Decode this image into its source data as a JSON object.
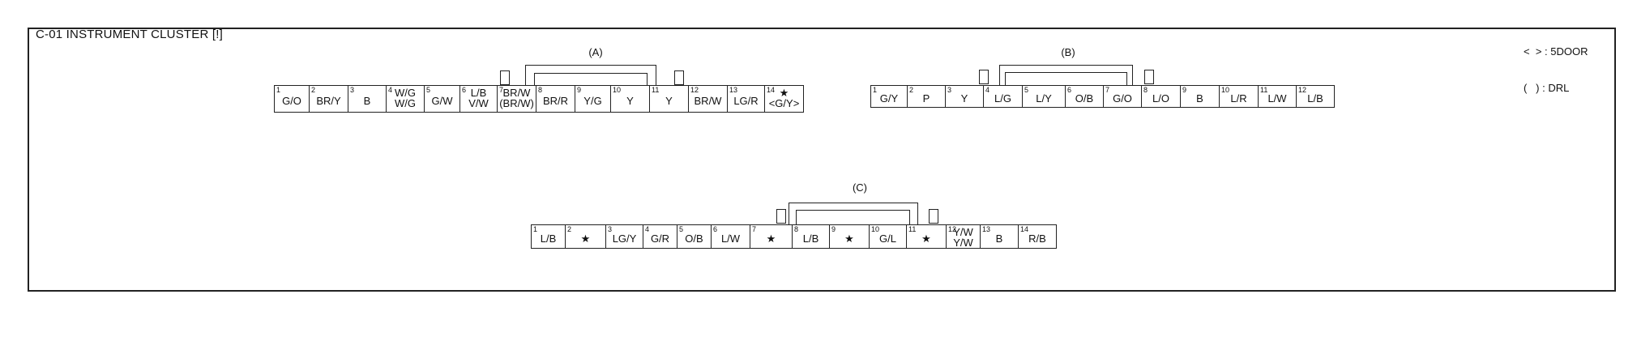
{
  "title": "C-01 INSTRUMENT CLUSTER [!]",
  "legend": {
    "line1": "<  > : 5DOOR",
    "line2": "(   ) : DRL"
  },
  "connectors": [
    {
      "label": "(A)",
      "pins": [
        {
          "n": "1",
          "c": "G/O"
        },
        {
          "n": "2",
          "c": "BR/Y"
        },
        {
          "n": "3",
          "c": "B"
        },
        {
          "n": "4",
          "c": "W/G",
          "c2": "W/G"
        },
        {
          "n": "5",
          "c": "G/W"
        },
        {
          "n": "6",
          "c": "L/B",
          "c2": "V/W"
        },
        {
          "n": "7",
          "c": "BR/W",
          "c2": "(BR/W)"
        },
        {
          "n": "8",
          "c": "BR/R"
        },
        {
          "n": "9",
          "c": "Y/G"
        },
        {
          "n": "10",
          "c": "Y"
        },
        {
          "n": "11",
          "c": "Y"
        },
        {
          "n": "12",
          "c": "BR/W"
        },
        {
          "n": "13",
          "c": "LG/R"
        },
        {
          "n": "14",
          "c": "★",
          "c2": "<G/Y>"
        }
      ]
    },
    {
      "label": "(B)",
      "pins": [
        {
          "n": "1",
          "c": "G/Y"
        },
        {
          "n": "2",
          "c": "P"
        },
        {
          "n": "3",
          "c": "Y"
        },
        {
          "n": "4",
          "c": "L/G"
        },
        {
          "n": "5",
          "c": "L/Y"
        },
        {
          "n": "6",
          "c": "O/B"
        },
        {
          "n": "7",
          "c": "G/O"
        },
        {
          "n": "8",
          "c": "L/O"
        },
        {
          "n": "9",
          "c": "B"
        },
        {
          "n": "10",
          "c": "L/R"
        },
        {
          "n": "11",
          "c": "L/W"
        },
        {
          "n": "12",
          "c": "L/B"
        }
      ]
    },
    {
      "label": "(C)",
      "pins": [
        {
          "n": "1",
          "c": "L/B"
        },
        {
          "n": "2",
          "c": "★"
        },
        {
          "n": "3",
          "c": "LG/Y"
        },
        {
          "n": "4",
          "c": "G/R"
        },
        {
          "n": "5",
          "c": "O/B"
        },
        {
          "n": "6",
          "c": "L/W"
        },
        {
          "n": "7",
          "c": "★"
        },
        {
          "n": "8",
          "c": "L/B"
        },
        {
          "n": "9",
          "c": "★"
        },
        {
          "n": "10",
          "c": "G/L"
        },
        {
          "n": "11",
          "c": "★"
        },
        {
          "n": "12",
          "c": "Y/W",
          "c2": "Y/W"
        },
        {
          "n": "13",
          "c": "B"
        },
        {
          "n": "14",
          "c": "R/B"
        }
      ]
    }
  ]
}
